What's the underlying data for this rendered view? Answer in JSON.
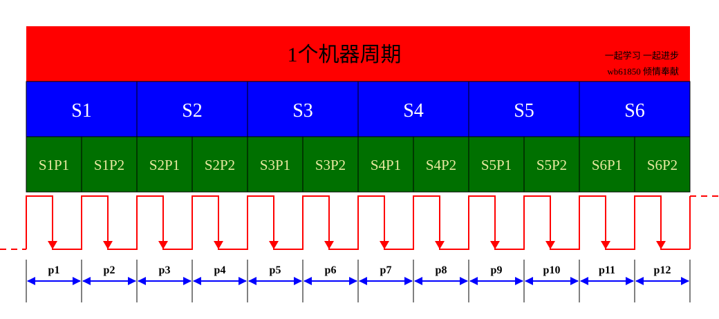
{
  "title": "1个机器周期",
  "credit": {
    "line1": "一起学习 一起进步",
    "line2": "wb61850 倾情奉献"
  },
  "colors": {
    "cycle_bar": "#ff0000",
    "state_bar": "#0000ff",
    "phase_bar": "#007000",
    "clock": "#ff0000",
    "period_arrow": "#0000ff",
    "divider": "#000000"
  },
  "states": [
    "S1",
    "S2",
    "S3",
    "S4",
    "S5",
    "S6"
  ],
  "phases": [
    "S1P1",
    "S1P2",
    "S2P1",
    "S2P2",
    "S3P1",
    "S3P2",
    "S4P1",
    "S4P2",
    "S5P1",
    "S5P2",
    "S6P1",
    "S6P2"
  ],
  "periods": [
    "p1",
    "p2",
    "p3",
    "p4",
    "p5",
    "p6",
    "p7",
    "p8",
    "p9",
    "p10",
    "p11",
    "p12"
  ]
}
